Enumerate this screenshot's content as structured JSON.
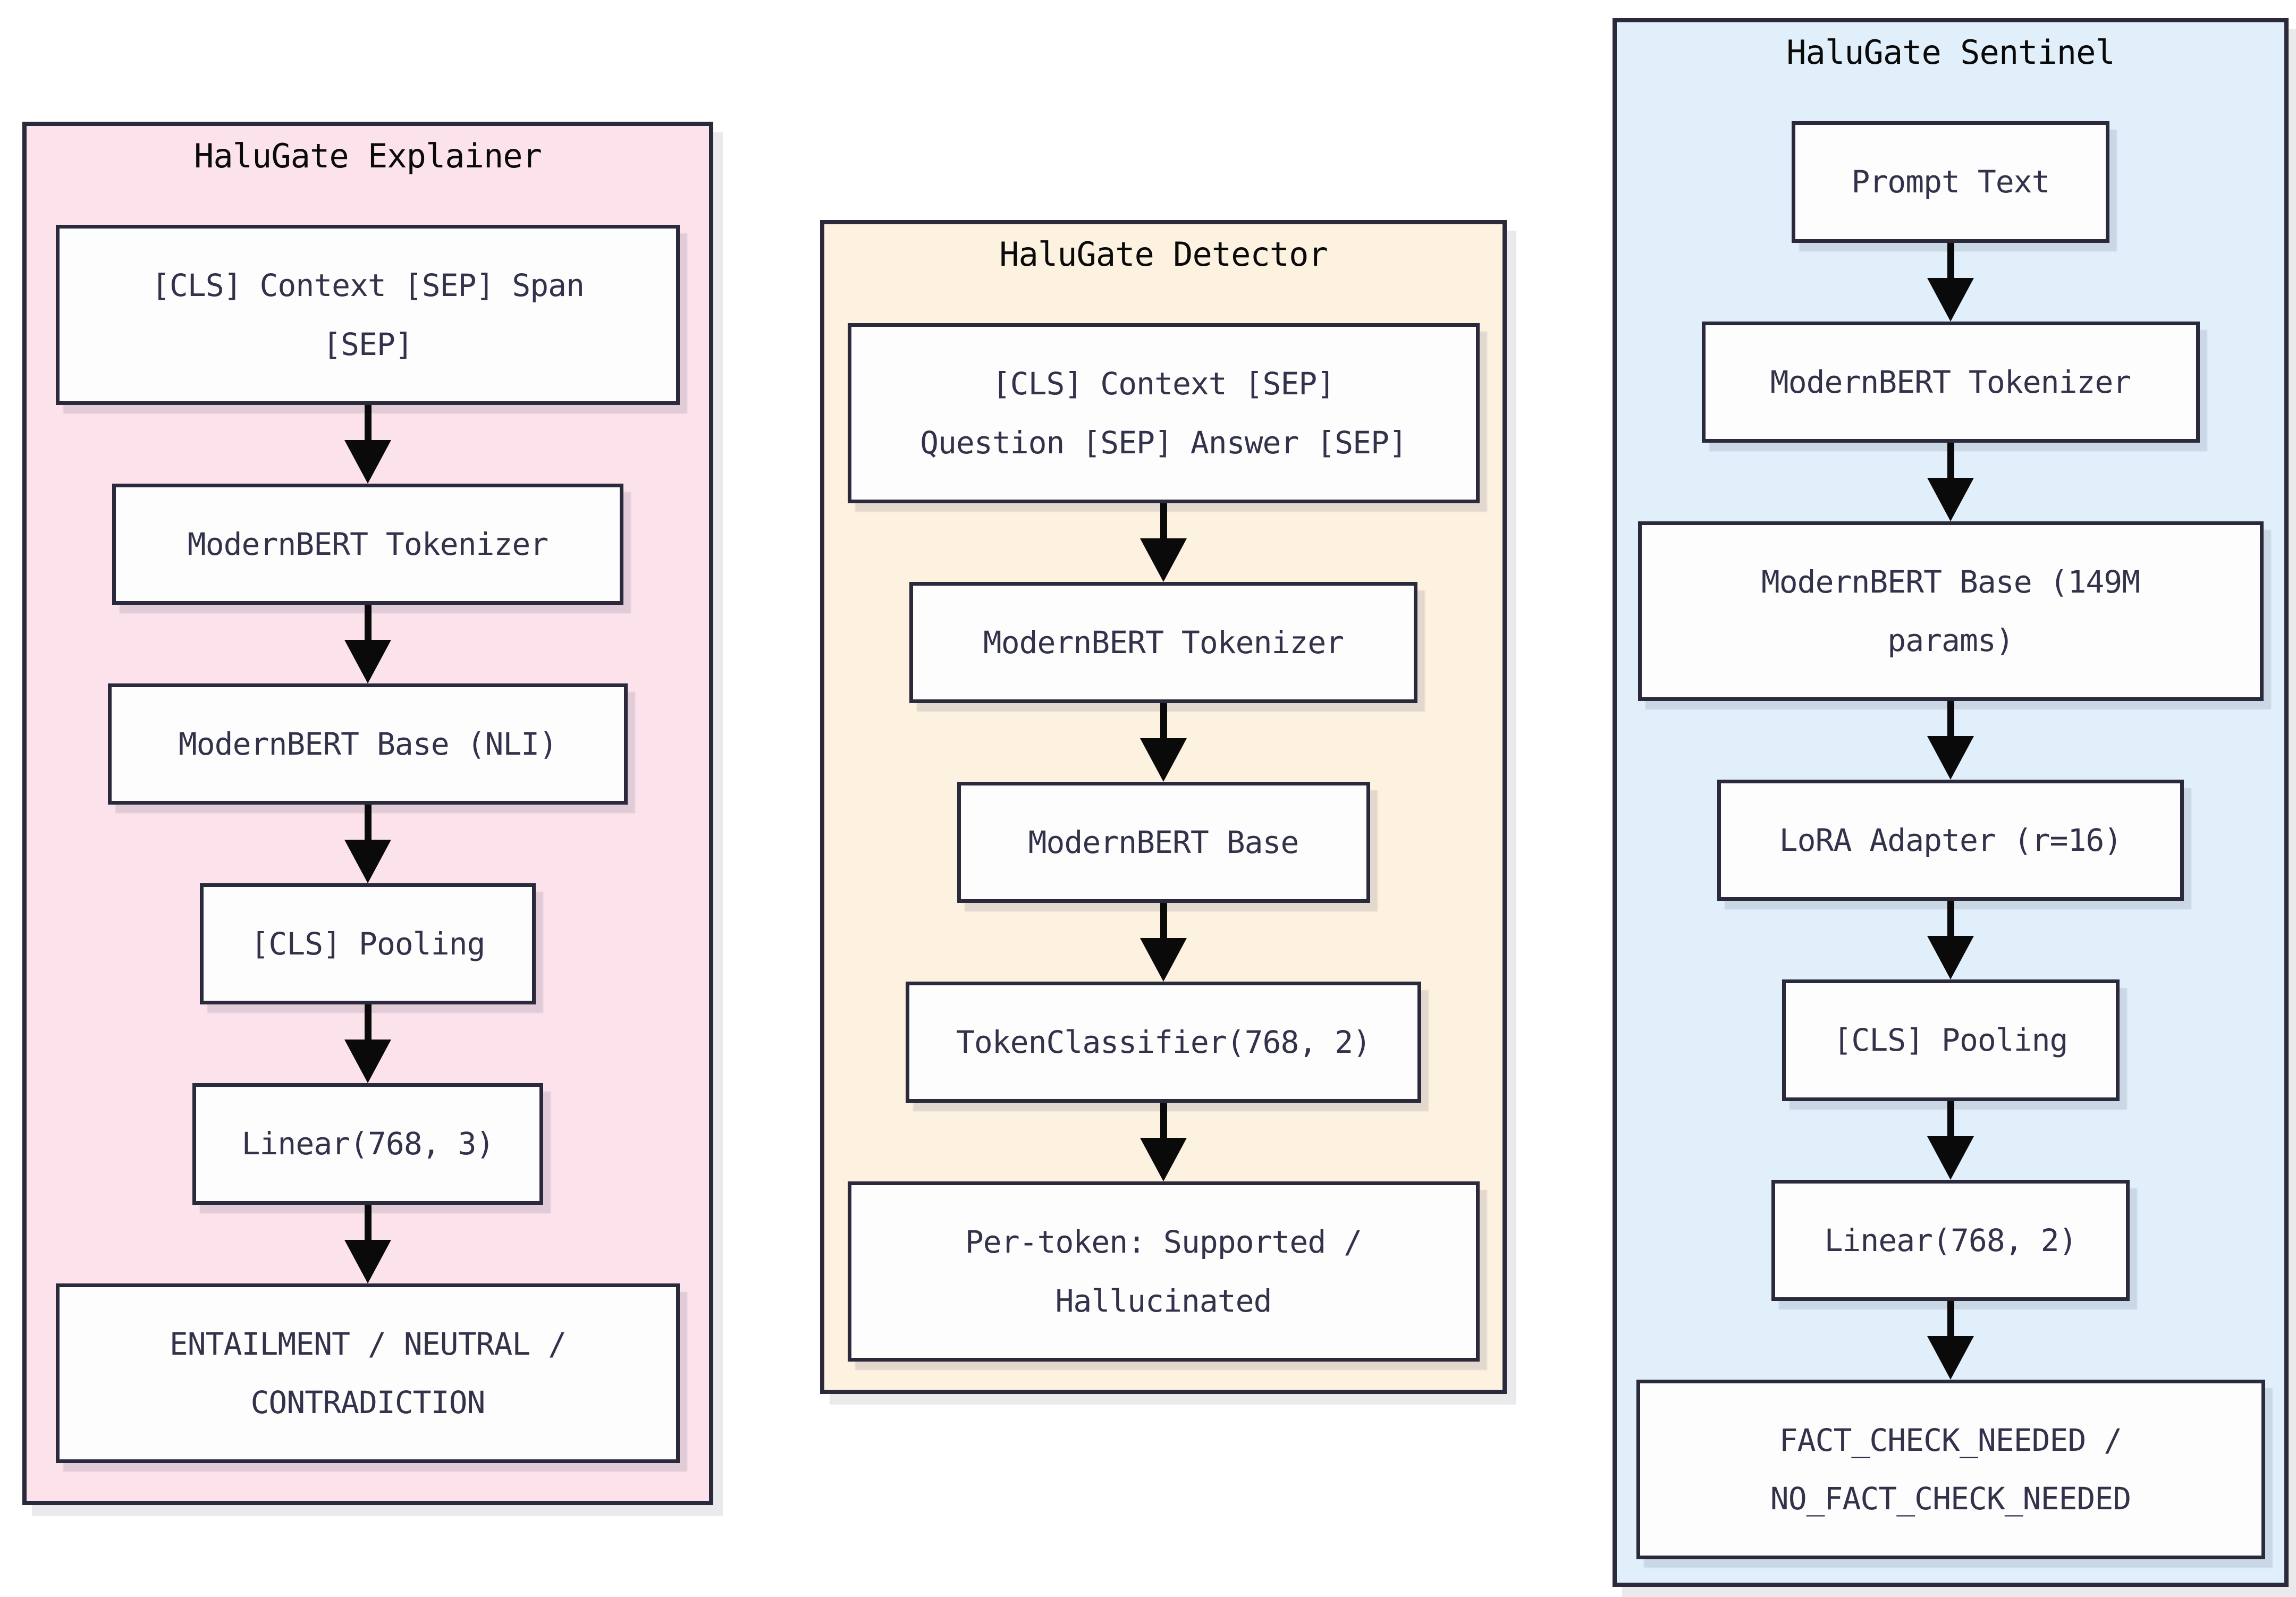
{
  "diagram": {
    "colors": {
      "page_background": "#ffffff",
      "explainer_panel": "#fbe2eb",
      "detector_panel": "#fdf1e0",
      "sentinel_panel": "#e1effb",
      "panel_border": "#2a2a3c",
      "node_background": "#fdfdfe",
      "node_text": "#32324a",
      "arrow": "#0a0a0a"
    },
    "columns": [
      {
        "title": "HaluGate Explainer",
        "nodes": [
          "[CLS] Context [SEP] Span\n[SEP]",
          "ModernBERT Tokenizer",
          "ModernBERT Base (NLI)",
          "[CLS] Pooling",
          "Linear(768, 3)",
          "ENTAILMENT / NEUTRAL /\nCONTRADICTION"
        ]
      },
      {
        "title": "HaluGate Detector",
        "nodes": [
          "[CLS] Context [SEP]\nQuestion [SEP] Answer [SEP]",
          "ModernBERT Tokenizer",
          "ModernBERT Base",
          "TokenClassifier(768, 2)",
          "Per-token: Supported /\nHallucinated"
        ]
      },
      {
        "title": "HaluGate Sentinel",
        "nodes": [
          "Prompt Text",
          "ModernBERT Tokenizer",
          "ModernBERT Base (149M\nparams)",
          "LoRA Adapter (r=16)",
          "[CLS] Pooling",
          "Linear(768, 2)",
          "FACT_CHECK_NEEDED /\nNO_FACT_CHECK_NEEDED"
        ]
      }
    ]
  }
}
